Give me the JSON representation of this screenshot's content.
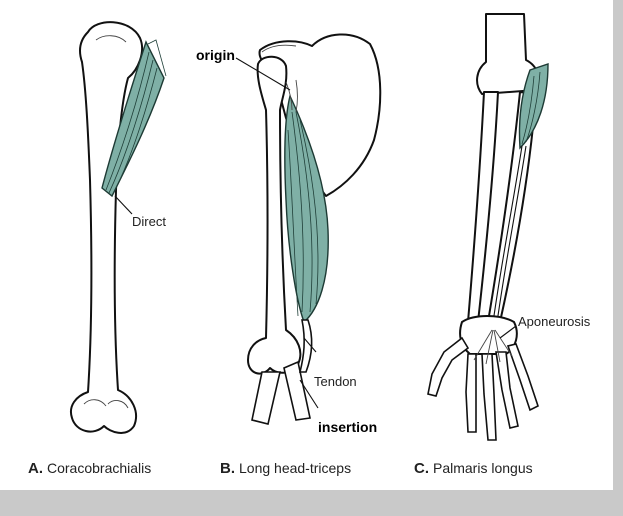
{
  "panels": [
    {
      "letter": "A.",
      "caption": "Coracobrachialis",
      "labels": {
        "direct": "Direct"
      }
    },
    {
      "letter": "B.",
      "caption": "Long head-triceps",
      "labels": {
        "origin": "origin",
        "tendon": "Tendon",
        "insertion": "insertion"
      }
    },
    {
      "letter": "C.",
      "caption": "Palmaris longus",
      "labels": {
        "aponeurosis": "Aponeurosis"
      }
    }
  ],
  "colors": {
    "muscle": "#7fb0a6",
    "background": "#c9c9c9",
    "paper": "#ffffff"
  }
}
